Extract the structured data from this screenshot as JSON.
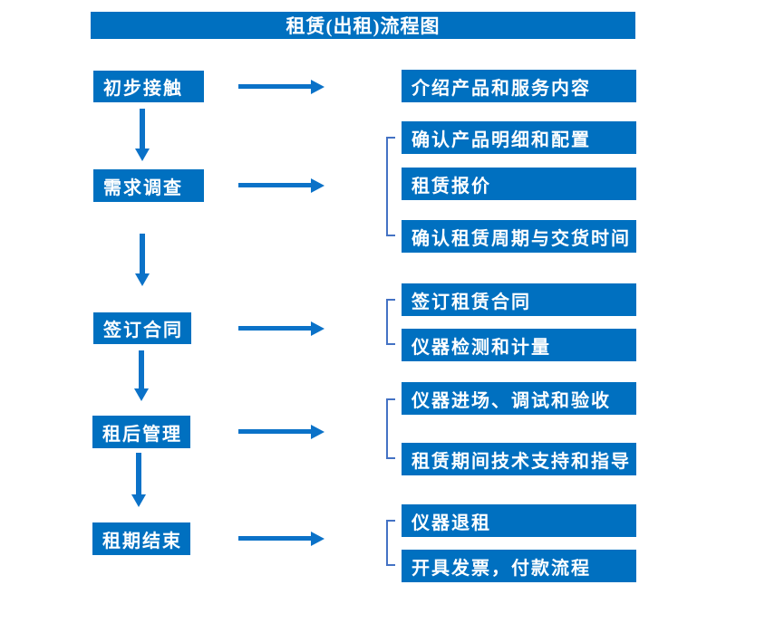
{
  "title": "租赁(出租)流程图",
  "colors": {
    "box": "#0070C0",
    "arrow": "#0B72C8",
    "bracket": "#4472C4",
    "text": "#FFFFFF",
    "background": "#FFFFFF"
  },
  "flow": {
    "steps": [
      {
        "label": "初步接触",
        "details": [
          "介绍产品和服务内容"
        ]
      },
      {
        "label": "需求调查",
        "details": [
          "确认产品明细和配置",
          "租赁报价",
          "确认租赁周期与交货时间"
        ]
      },
      {
        "label": "签订合同",
        "details": [
          "签订租赁合同",
          "仪器检测和计量"
        ]
      },
      {
        "label": "租后管理",
        "details": [
          "仪器进场、调试和验收",
          "租赁期间技术支持和指导"
        ]
      },
      {
        "label": "租期结束",
        "details": [
          "仪器退租",
          "开具发票，付款流程"
        ]
      }
    ]
  }
}
